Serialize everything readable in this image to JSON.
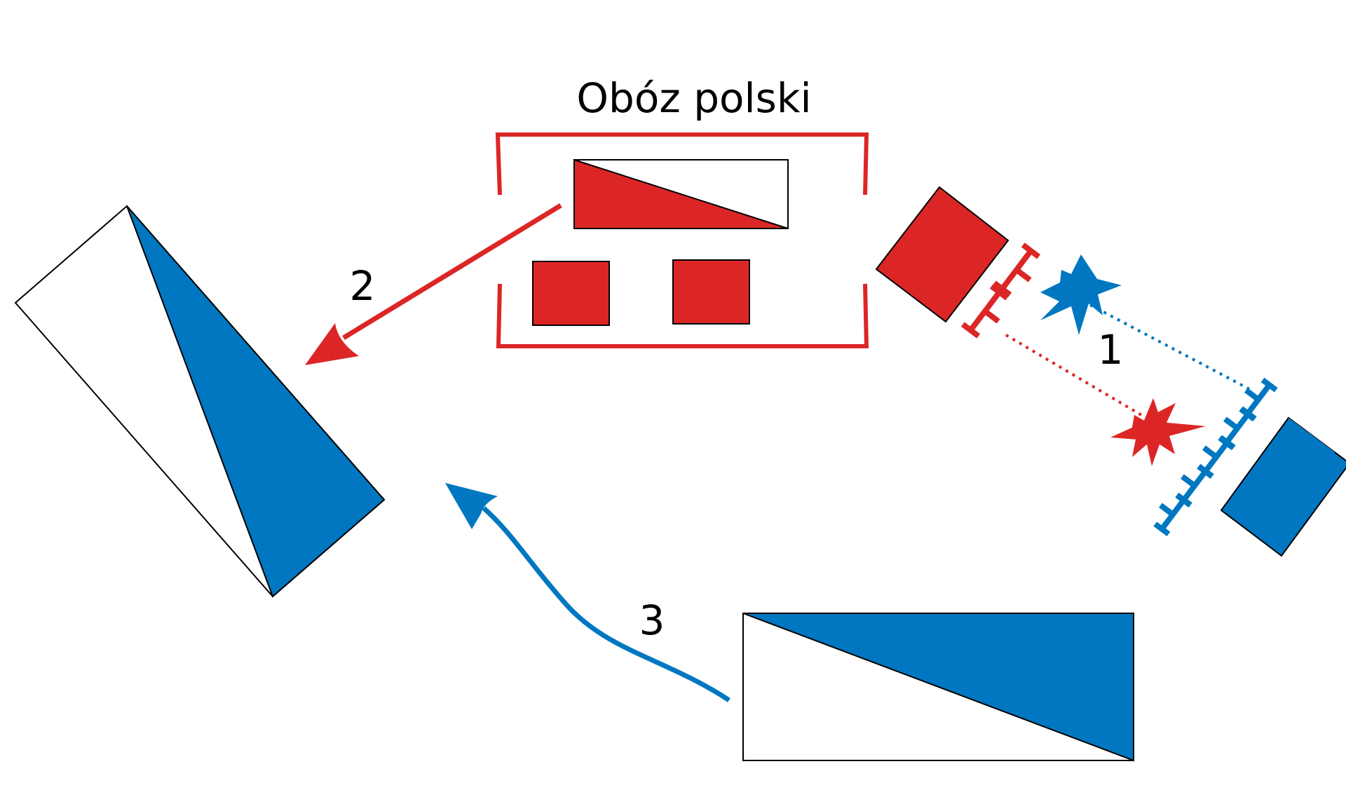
{
  "labels": {
    "camp_title": "Obóz polski",
    "step_1": "1",
    "step_2": "2",
    "step_3": "3"
  },
  "colors": {
    "polish": "#dc2626",
    "enemy": "#0077c0",
    "outline": "#000000",
    "background": "#ffffff"
  },
  "legend_icons": [
    "red-unit-block",
    "blue-unit-block",
    "red-infantry-symbol",
    "blue-infantry-symbol",
    "red-explosion-icon",
    "blue-explosion-icon",
    "red-advance-arrow",
    "blue-advance-arrow"
  ]
}
